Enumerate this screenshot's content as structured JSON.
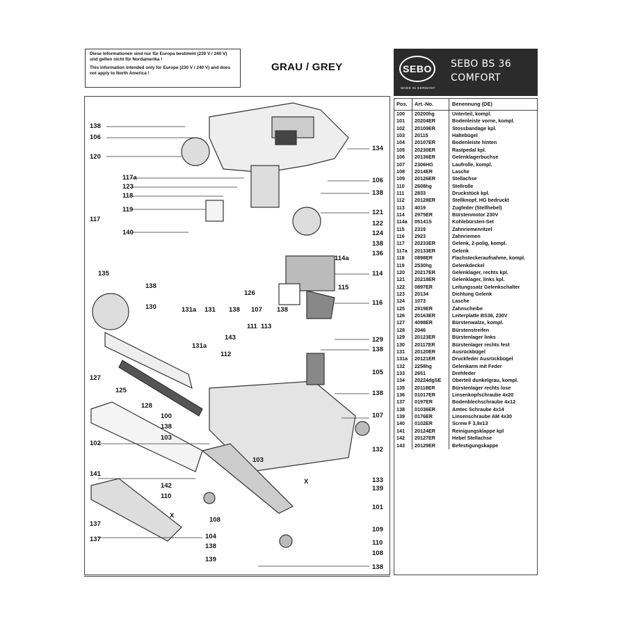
{
  "notice": {
    "line_de": "Diese Informationen sind nur für Europa bestimmt (230 V / 240 V) und gelten nicht für Nordamerika !",
    "line_en": "This information intended only for Europe (230 V / 240 V) and does not apply to North America !"
  },
  "heading": "GRAU / GREY",
  "brand": {
    "logo": "SEBO",
    "made_in": "MADE IN GERMANY",
    "model_line1": "SEBO BS 36",
    "model_line2": "COMFORT"
  },
  "table": {
    "headers": [
      "Pos.",
      "Art.-No.",
      "Benennung (DE)"
    ],
    "rows": [
      [
        "100",
        "20200hg",
        "Unterteil, kompl."
      ],
      [
        "101",
        "20204ER",
        "Bodenleiste vorne, kompl."
      ],
      [
        "102",
        "20109ER",
        "Stossbandage kpl."
      ],
      [
        "103",
        "20115",
        "Haltebügel"
      ],
      [
        "104",
        "20107ER",
        "Bodenleiste hinten"
      ],
      [
        "105",
        "20230ER",
        "Rastpedal kpl."
      ],
      [
        "106",
        "20136ER",
        "Gelenklagerbuchse"
      ],
      [
        "107",
        "2306HG",
        "Laufrolle, kompl."
      ],
      [
        "108",
        "2014ER",
        "Lasche"
      ],
      [
        "109",
        "20126ER",
        "Stellachse"
      ],
      [
        "110",
        "2608hg",
        "Stellrolle"
      ],
      [
        "111",
        "2833",
        "Druckstück kpl."
      ],
      [
        "112",
        "20128ER",
        "Stellknopf, HG bedruckt"
      ],
      [
        "113",
        "4019",
        "Zugfeder (Stellhebel)"
      ],
      [
        "114",
        "2975ER",
        "Bürstenmotor 230V"
      ],
      [
        "114a",
        "05141S",
        "Kohlebürsten-Set"
      ],
      [
        "115",
        "2319",
        "Zahnriemenritzel"
      ],
      [
        "116",
        "2923",
        "Zahnriemen"
      ],
      [
        "117",
        "20233ER",
        "Gelenk, 2-polig, kompl."
      ],
      [
        "117a",
        "20133ER",
        "Gelenk"
      ],
      [
        "118",
        "0898ER",
        "Flachsteckeraufnahme, kompl."
      ],
      [
        "119",
        "2530hg",
        "Gelenkdeckel"
      ],
      [
        "120",
        "20217ER",
        "Gelenklager, rechts kpl."
      ],
      [
        "121",
        "20218ER",
        "Gelenklager, links kpl."
      ],
      [
        "122",
        "0897ER",
        "Leitungssatz Gelenkschalter"
      ],
      [
        "123",
        "20134",
        "Dichtung Gelenk"
      ],
      [
        "124",
        "1073",
        "Lasche"
      ],
      [
        "125",
        "2919ER",
        "Zahnscheibe"
      ],
      [
        "126",
        "20163ER",
        "Leiterplatte BS36, 230V"
      ],
      [
        "127",
        "4098ER",
        "Bürstenwalze, kompl."
      ],
      [
        "128",
        "2046",
        "Bürstenstreifen"
      ],
      [
        "129",
        "20123ER",
        "Bürstenlager links"
      ],
      [
        "130",
        "20117ER",
        "Bürstenlager rechts fest"
      ],
      [
        "131",
        "20120ER",
        "Ausrückbügel"
      ],
      [
        "131a",
        "20121ER",
        "Druckfeder  Ausrückbügel"
      ],
      [
        "132",
        "2258hg",
        "Gelenkarm mit Feder"
      ],
      [
        "133",
        "2651",
        "Drehfeder"
      ],
      [
        "134",
        "20224dgSE",
        "Oberteil dunkelgrau, kompl."
      ],
      [
        "135",
        "20118ER",
        "Bürstenlager rechts lose"
      ],
      [
        "136",
        "01017ER",
        "Linsenkopfschraube 4x20"
      ],
      [
        "137",
        "0197ER",
        "Bodenblechschraube 4x12"
      ],
      [
        "138",
        "01036ER",
        "Amtec Schraube 4x14"
      ],
      [
        "139",
        "0176ER",
        "Linsenschraube AM 4x30"
      ],
      [
        "140",
        "0102ER",
        "Screw F 3,9x13"
      ],
      [
        "141",
        "20124ER",
        "Reinigungsklappe kpl"
      ],
      [
        "142",
        "20127ER",
        "Hebel Stellachse"
      ],
      [
        "143",
        "20129ER",
        "Befestigungskappe"
      ]
    ]
  },
  "diagram": {
    "labels": [
      "138",
      "106",
      "120",
      "117a",
      "123",
      "118",
      "119",
      "117",
      "140",
      "134",
      "106",
      "138",
      "121",
      "122",
      "124",
      "138",
      "136",
      "114a",
      "114",
      "115",
      "116",
      "126",
      "135",
      "138",
      "130",
      "131a",
      "131",
      "138",
      "107",
      "138",
      "111",
      "113",
      "143",
      "112",
      "131a",
      "129",
      "138",
      "105",
      "127",
      "125",
      "128",
      "100",
      "138",
      "103",
      "138",
      "107",
      "102",
      "132",
      "103",
      "133",
      "139",
      "141",
      "142",
      "110",
      "101",
      "108",
      "137",
      "137",
      "104",
      "109",
      "110",
      "138",
      "108",
      "139",
      "138",
      "X",
      "X"
    ]
  },
  "colors": {
    "brand_bg": "#2b2b2b",
    "line": "#444444"
  }
}
